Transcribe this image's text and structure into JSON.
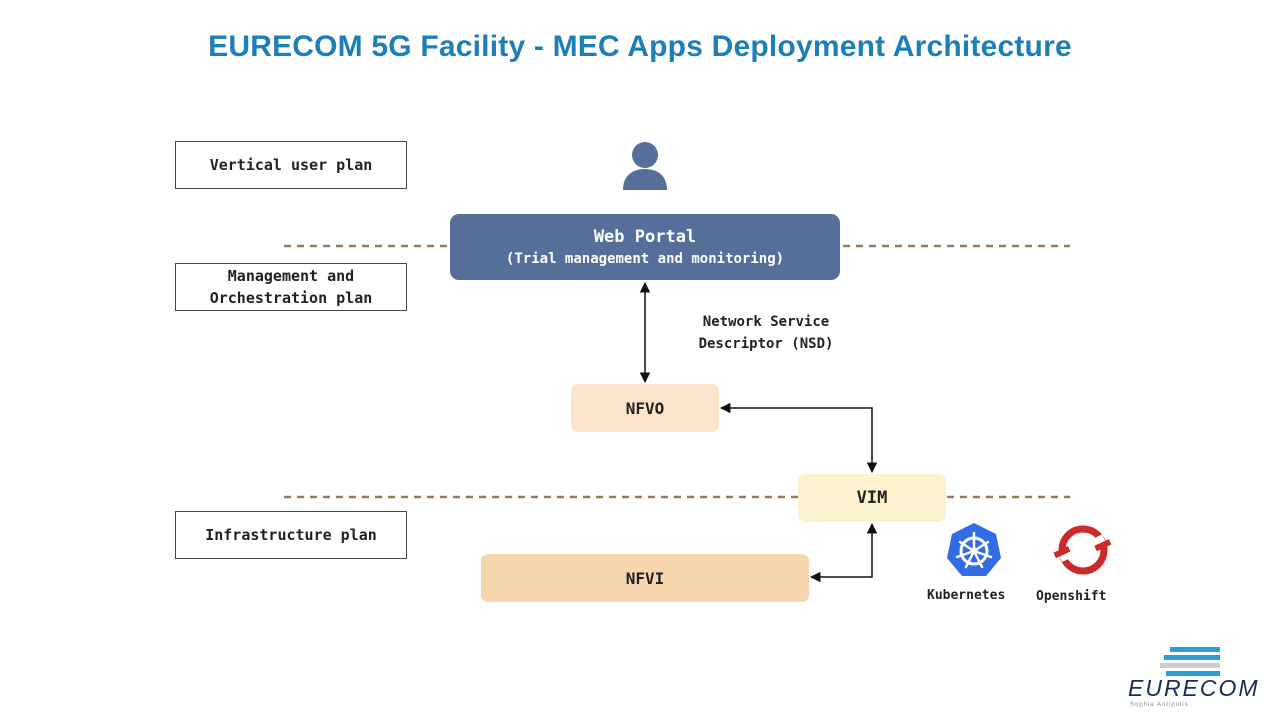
{
  "title": "EURECOM 5G Facility - MEC Apps Deployment Architecture",
  "planes": {
    "vertical_user": "Vertical user plan",
    "management_line1": "Management and",
    "management_line2": "Orchestration plan",
    "infrastructure": "Infrastructure plan"
  },
  "nodes": {
    "web_portal_title": "Web Portal",
    "web_portal_subtitle": "(Trial management and monitoring)",
    "nfvo": "NFVO",
    "vim": "VIM",
    "nfvi": "NFVI"
  },
  "nsd_label_line1": "Network Service",
  "nsd_label_line2": "Descriptor (NSD)",
  "logos": {
    "kubernetes": "Kubernetes",
    "openshift": "Openshift",
    "eurecom": "EURECOM",
    "eurecom_tagline": "Sophia Antipolis"
  },
  "colors": {
    "title": "#1d7fb5",
    "web_portal": "#566f9a",
    "nfvo": "#fbe3cc",
    "vim": "#fdf2cf",
    "nfvi": "#f6d6ad",
    "divider": "#9a7a5a",
    "kubernetes": "#326ce5",
    "openshift": "#cc2a2a"
  },
  "icons": [
    "user-icon",
    "kubernetes-icon",
    "openshift-icon",
    "eurecom-logo-icon"
  ]
}
